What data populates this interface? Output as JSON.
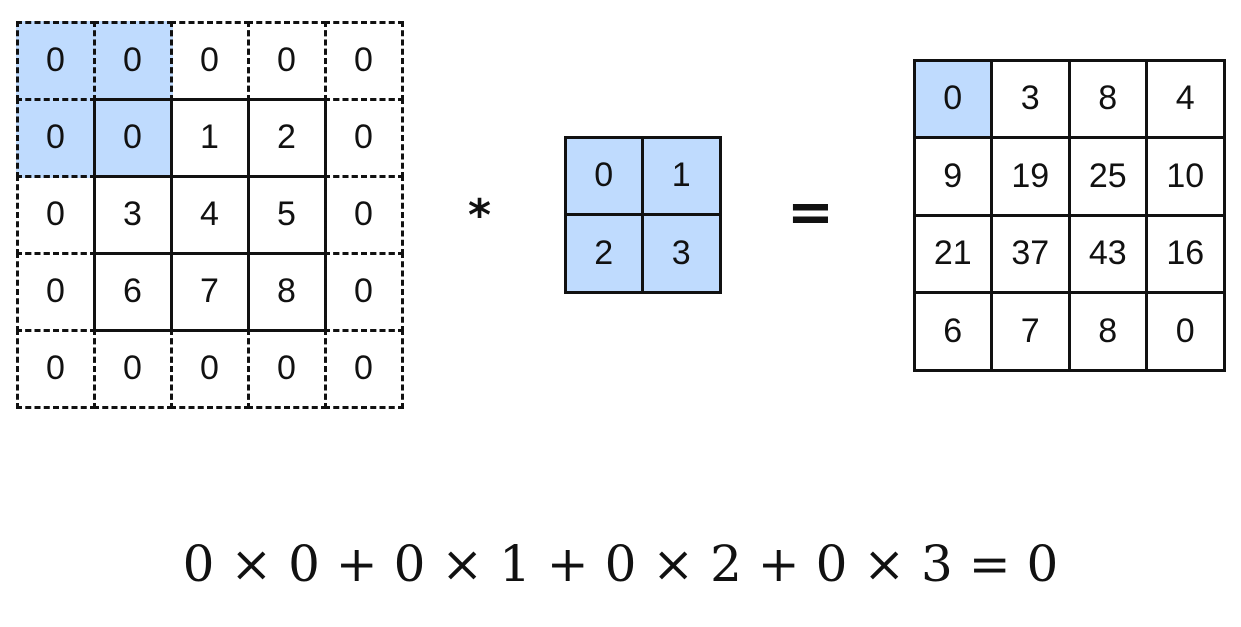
{
  "highlight_color": "#bfdbfe",
  "input": {
    "values": [
      [
        0,
        0,
        0,
        0,
        0
      ],
      [
        0,
        0,
        1,
        2,
        0
      ],
      [
        0,
        3,
        4,
        5,
        0
      ],
      [
        0,
        6,
        7,
        8,
        0
      ],
      [
        0,
        0,
        0,
        0,
        0
      ]
    ],
    "padding": 1,
    "highlighted": [
      [
        0,
        0
      ],
      [
        0,
        1
      ],
      [
        1,
        0
      ],
      [
        1,
        1
      ]
    ]
  },
  "operator_conv": "*",
  "kernel": {
    "values": [
      [
        0,
        1
      ],
      [
        2,
        3
      ]
    ],
    "highlighted": [
      [
        0,
        0
      ],
      [
        0,
        1
      ],
      [
        1,
        0
      ],
      [
        1,
        1
      ]
    ]
  },
  "operator_equals": "=",
  "output": {
    "values": [
      [
        0,
        3,
        8,
        4
      ],
      [
        9,
        19,
        25,
        10
      ],
      [
        21,
        37,
        43,
        16
      ],
      [
        6,
        7,
        8,
        0
      ]
    ],
    "highlighted": [
      [
        0,
        0
      ]
    ]
  },
  "equation": "0 × 0 + 0 × 1 + 0 × 2 + 0 × 3 = 0"
}
